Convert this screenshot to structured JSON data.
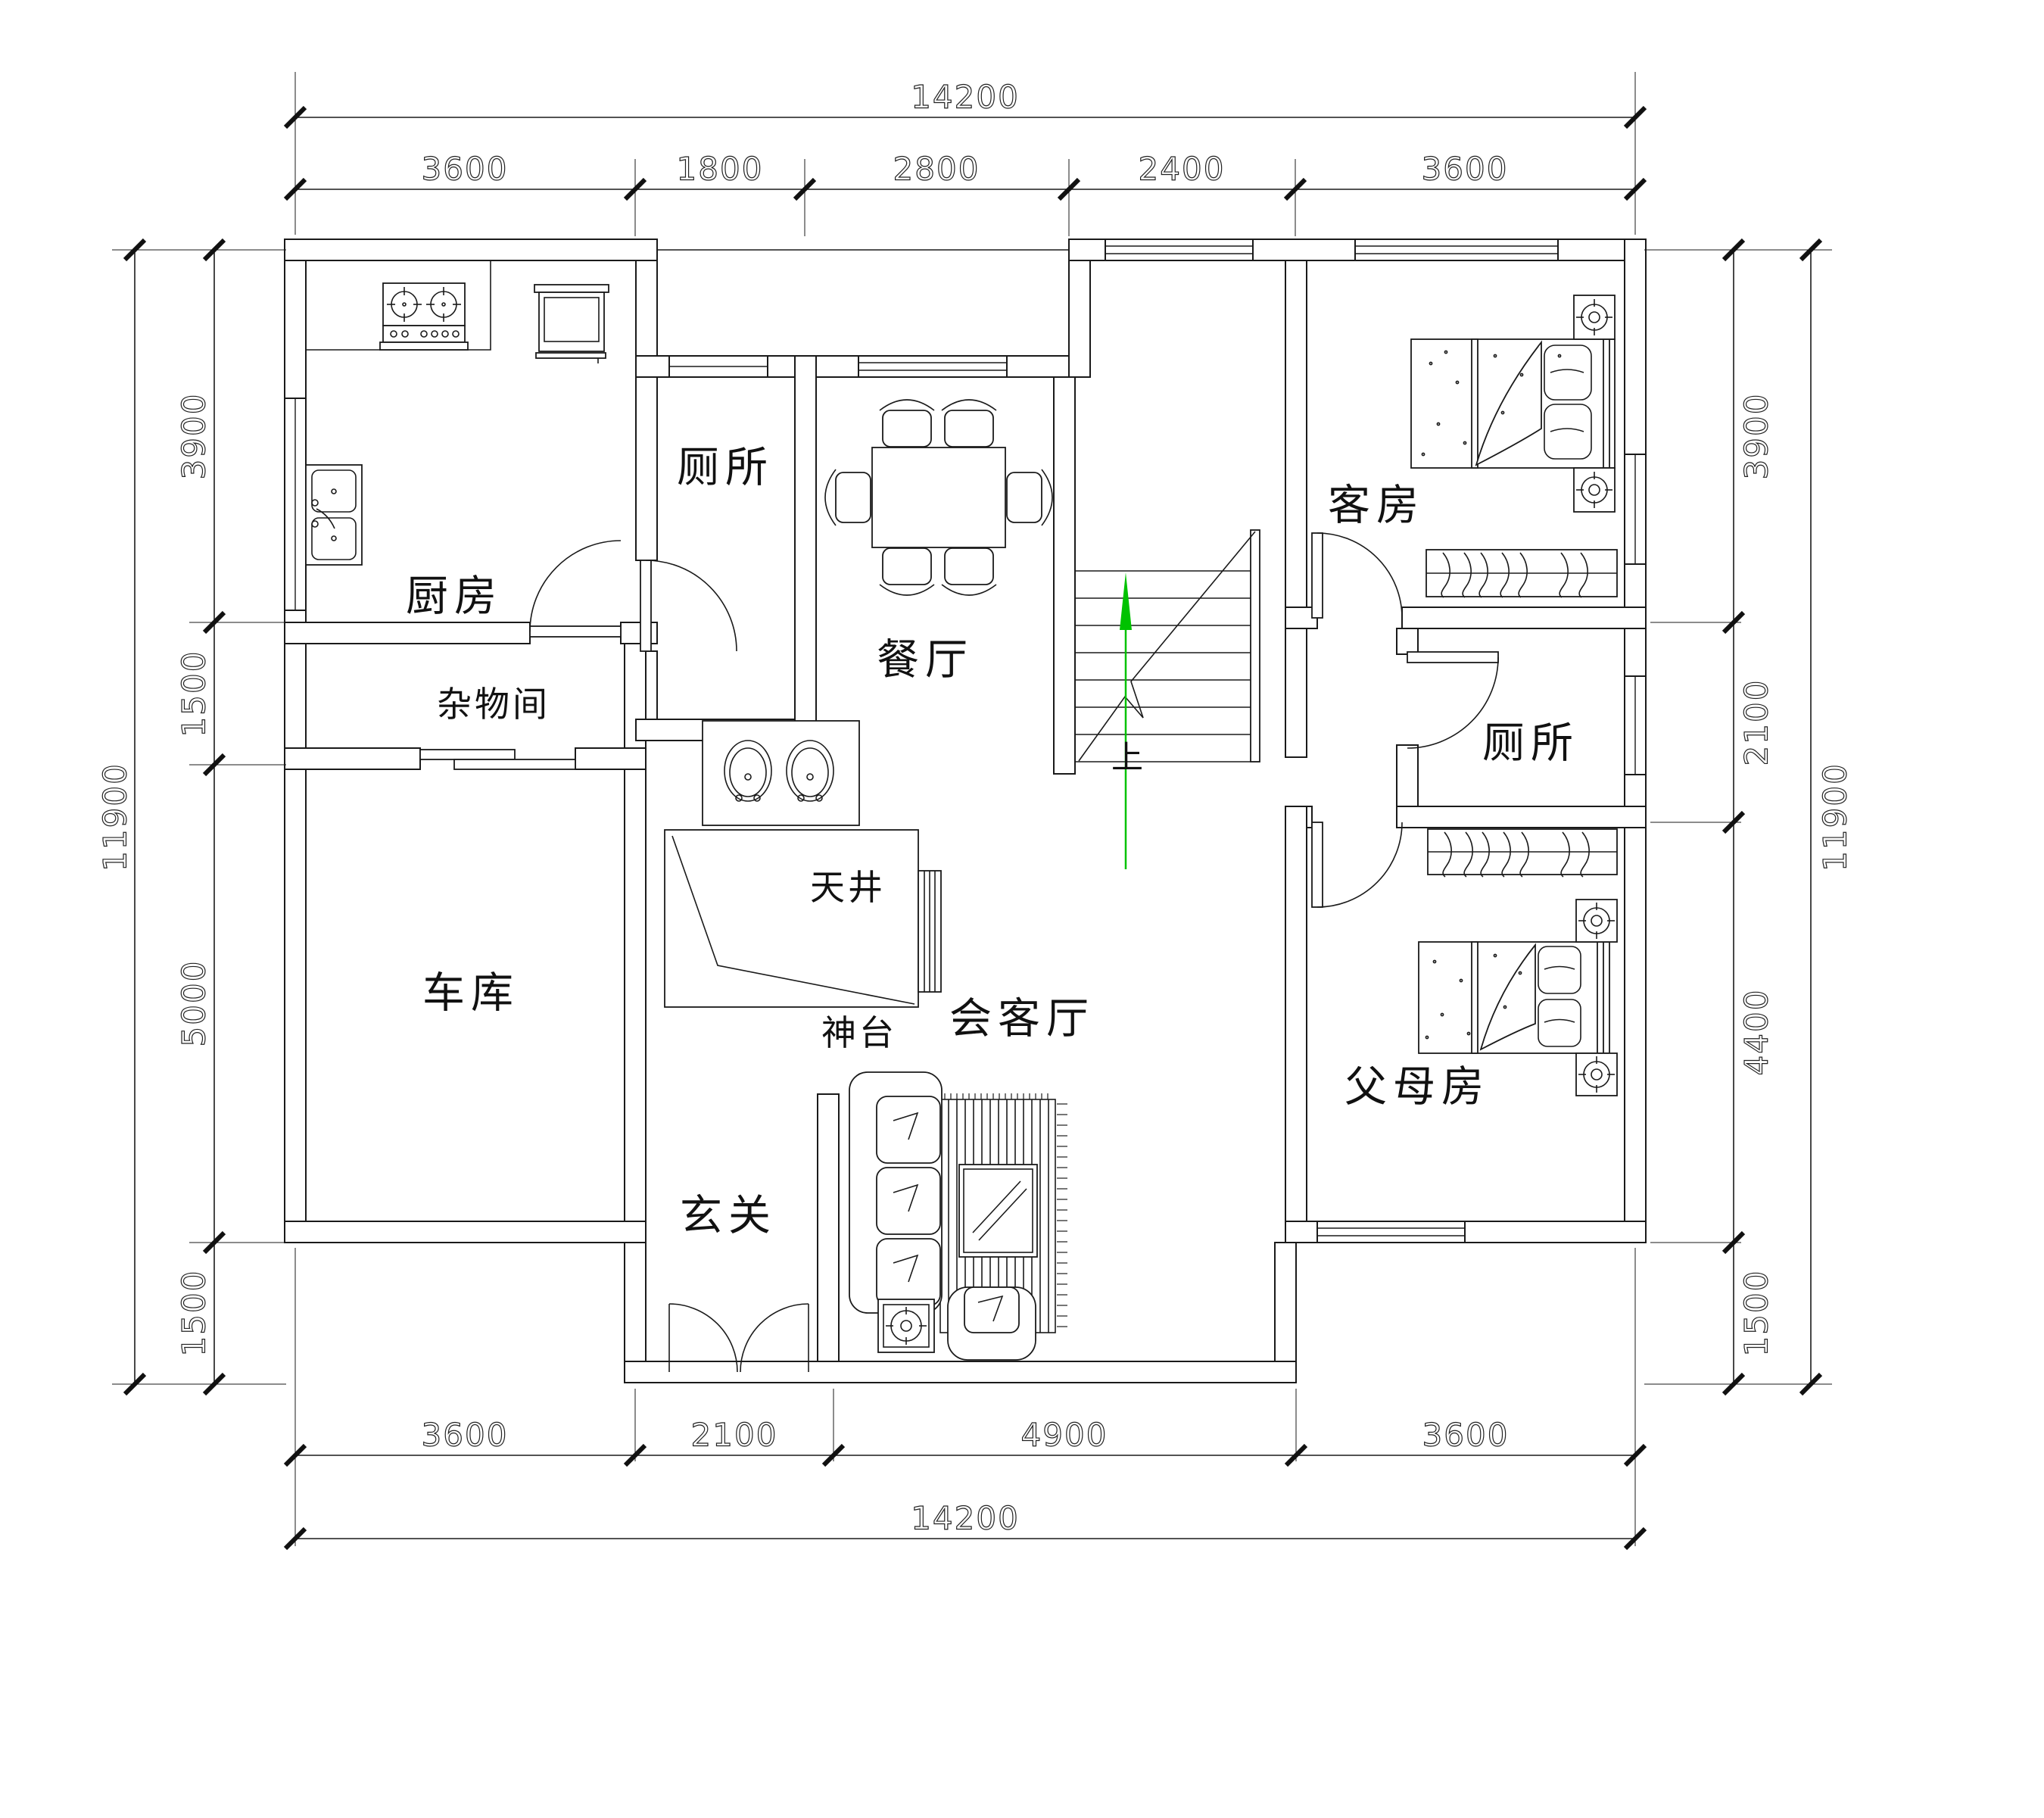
{
  "plan": {
    "rooms": [
      {
        "id": "kitchen",
        "label": "厨房"
      },
      {
        "id": "toilet-top",
        "label": "厕所"
      },
      {
        "id": "dining",
        "label": "餐厅"
      },
      {
        "id": "guest-room",
        "label": "客房"
      },
      {
        "id": "storage",
        "label": "杂物间"
      },
      {
        "id": "courtyard",
        "label": "天井"
      },
      {
        "id": "altar",
        "label": "神台"
      },
      {
        "id": "garage",
        "label": "车库"
      },
      {
        "id": "entry",
        "label": "玄关"
      },
      {
        "id": "living",
        "label": "会客厅"
      },
      {
        "id": "toilet-right",
        "label": "厕所"
      },
      {
        "id": "parents-room",
        "label": "父母房"
      }
    ],
    "stairs": {
      "up_label": "上",
      "arrow_color": "#00c200"
    },
    "dimensions": {
      "top": {
        "total": "14200",
        "segments": [
          "3600",
          "1800",
          "2800",
          "2400",
          "3600"
        ]
      },
      "bottom": {
        "total": "14200",
        "segments": [
          "3600",
          "2100",
          "4900",
          "3600"
        ]
      },
      "left": {
        "total": "11900",
        "segments": [
          "3900",
          "1500",
          "5000",
          "1500"
        ]
      },
      "right": {
        "total": "11900",
        "segments": [
          "3900",
          "2100",
          "4400",
          "1500"
        ]
      }
    },
    "colors": {
      "line": "#1a1a1a",
      "background": "#ffffff",
      "stair_arrow": "#00c200"
    }
  }
}
